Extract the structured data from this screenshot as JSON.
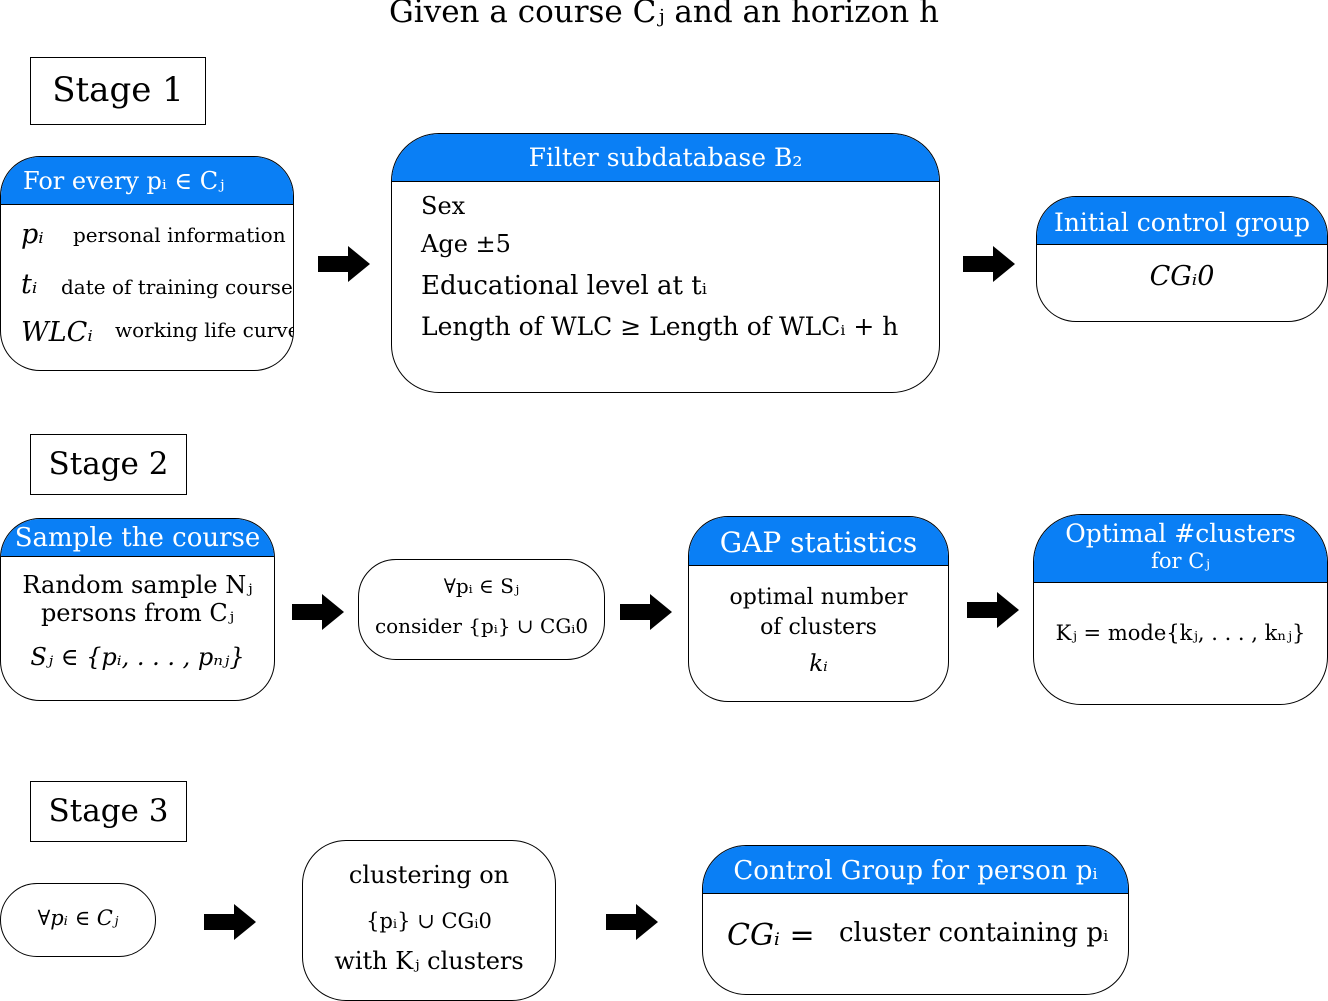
{
  "title": "Given a course Cⱼ and an horizon h",
  "stage1": {
    "label": "Stage 1",
    "for_every": {
      "header": "For every  pᵢ ∈ Cⱼ",
      "rows": [
        {
          "symbol": "pᵢ",
          "desc": "personal information"
        },
        {
          "symbol": "tᵢ",
          "desc": "date of  training course"
        },
        {
          "symbol": "WLCᵢ",
          "desc": "working life curve"
        }
      ]
    },
    "filter": {
      "header": "Filter subdatabase B₂",
      "items": [
        "Sex",
        "Age ±5",
        "Educational level at tᵢ",
        "Length of WLC ≥ Length of WLCᵢ + h"
      ]
    },
    "initial": {
      "header": "Initial control group",
      "value": "CGᵢ0"
    }
  },
  "stage2": {
    "label": "Stage 2",
    "sample": {
      "header": "Sample the course",
      "lines": [
        "Random sample Nⱼ",
        "persons from Cⱼ",
        "Sⱼ ∈ {pᵢ, . . . , pₙⱼ}"
      ]
    },
    "consider": {
      "lines": [
        "∀pᵢ ∈ Sⱼ",
        "consider {pᵢ} ∪ CGᵢ0"
      ]
    },
    "gap": {
      "header": "GAP statistics",
      "lines": [
        "optimal number",
        "of clusters",
        "kᵢ"
      ]
    },
    "optimal": {
      "header_line1": "Optimal #clusters",
      "header_line2": "for Cⱼ",
      "formula": "Kⱼ = mode{kⱼ, . . . , kₙⱼ}"
    }
  },
  "stage3": {
    "label": "Stage 3",
    "forall": "∀pᵢ ∈ Cⱼ",
    "clustering": {
      "lines": [
        "clustering on",
        "{pᵢ} ∪ CGᵢ0",
        "with Kⱼ clusters"
      ]
    },
    "control": {
      "header": "Control Group for person pᵢ",
      "lhs": "CGᵢ =",
      "rhs": "cluster containing pᵢ"
    }
  },
  "colors": {
    "header_blue": "#0a7ff5",
    "arrow": "#000000"
  },
  "icons": {
    "arrow": "right-arrow-icon"
  }
}
